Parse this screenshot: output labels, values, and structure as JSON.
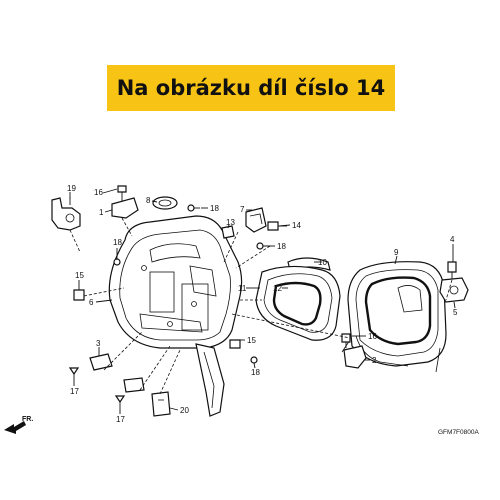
{
  "banner": {
    "text": "Na obrázku díl číslo 14",
    "color": "#f7c415"
  },
  "diagram": {
    "code": "GFM7F0800A",
    "front_marker": "FR.",
    "callouts": [
      "19",
      "16",
      "8",
      "18",
      "1",
      "7",
      "13",
      "14",
      "18",
      "18",
      "15",
      "6",
      "10",
      "9",
      "4",
      "11",
      "12",
      "5",
      "16",
      "2",
      "3",
      "15",
      "17",
      "18",
      "17",
      "20"
    ]
  }
}
